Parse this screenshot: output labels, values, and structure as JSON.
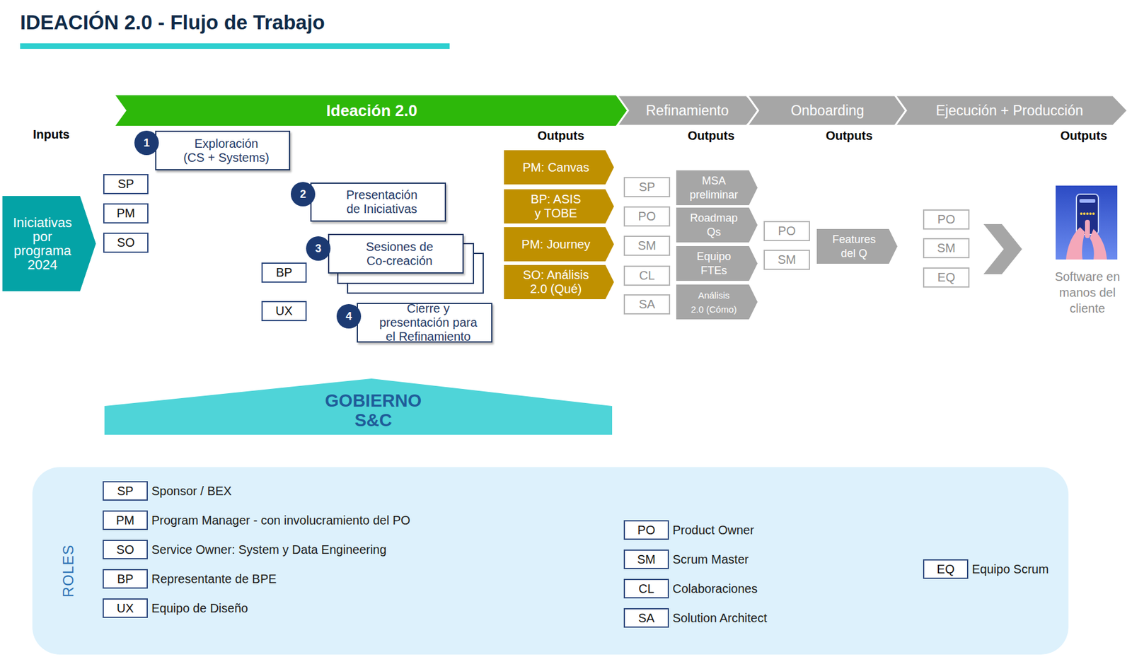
{
  "diagram": {
    "title": "IDEACIÓN 2.0 - Flujo de Trabajo",
    "nodes": [
      {
        "text": [
          "Ideación 2.0"
        ]
      },
      {
        "text": [
          "Refinamiento"
        ]
      },
      {
        "text": [
          "Onboarding"
        ]
      },
      {
        "text": [
          "Ejecución + Producción"
        ]
      },
      {
        "text": [
          "Iniciativas por programa 2024"
        ]
      },
      {
        "text": [
          "SP"
        ]
      },
      {
        "text": [
          "PM"
        ]
      },
      {
        "text": [
          "SO"
        ]
      },
      {
        "text": [
          "1"
        ]
      },
      {
        "text": [
          "Exploración (CS + Systems)"
        ]
      },
      {
        "text": [
          "2"
        ]
      },
      {
        "text": [
          "Presentación de Iniciativas"
        ]
      },
      {
        "text": [
          "BP"
        ]
      },
      {
        "text": [
          "3"
        ]
      },
      {
        "text": [
          "Sesiones de Co-creación"
        ]
      },
      {
        "text": [
          "UX"
        ]
      },
      {
        "text": [
          "4"
        ]
      },
      {
        "text": [
          "Cierre y presentación para el Refinamiento"
        ]
      },
      {
        "text": [
          "PM: Canvas"
        ]
      },
      {
        "text": [
          "BP: ASIS y TOBE"
        ]
      },
      {
        "text": [
          "PM: Journey"
        ]
      },
      {
        "text": [
          "SO: Análisis 2.0 (Qué)"
        ]
      },
      {
        "text": [
          "SP"
        ]
      },
      {
        "text": [
          "PO"
        ]
      },
      {
        "text": [
          "SM"
        ]
      },
      {
        "text": [
          "CL"
        ]
      },
      {
        "text": [
          "SA"
        ]
      },
      {
        "text": [
          "MSA preliminar"
        ]
      },
      {
        "text": [
          "Roadmap Qs"
        ]
      },
      {
        "text": [
          "Equipo FTEs"
        ]
      },
      {
        "text": [
          "Análisis 2.0 (Cómo)"
        ]
      },
      {
        "text": [
          "PO"
        ]
      },
      {
        "text": [
          "SM"
        ]
      },
      {
        "text": [
          "Features del Q"
        ]
      },
      {
        "text": [
          "PO"
        ]
      },
      {
        "text": [
          "SM"
        ]
      },
      {
        "text": [
          "EQ"
        ]
      },
      {
        "text": [
          "GOBIERNO S&C"
        ]
      },
      {
        "text": [
          "ROLES"
        ]
      },
      {
        "text": [
          "SP",
          "Sponsor / BEX"
        ],
        "in": 38
      },
      {
        "text": [
          "PM",
          "Program Manager - con involucramiento del PO"
        ],
        "in": 38
      },
      {
        "text": [
          "SO",
          "Service Owner: System y Data Engineering"
        ],
        "in": 38
      },
      {
        "text": [
          "BP",
          "Representante de BPE"
        ],
        "in": 38
      },
      {
        "text": [
          "UX",
          "Equipo de Diseño"
        ],
        "in": 38
      },
      {
        "text": [
          "PO",
          "Product Owner"
        ],
        "in": 38
      },
      {
        "text": [
          "SM",
          "Scrum Master"
        ],
        "in": 38
      },
      {
        "text": [
          "CL",
          "Colaboraciones"
        ],
        "in": 38
      },
      {
        "text": [
          "SA",
          "Solution Architect"
        ],
        "in": 38
      },
      {
        "text": [
          "EQ",
          "Equipo Scrum"
        ],
        "in": 38
      }
    ],
    "labels": [
      "Inputs",
      "Outputs",
      "Outputs",
      "Outputs",
      "Outputs",
      "Software en manos del cliente"
    ]
  }
}
